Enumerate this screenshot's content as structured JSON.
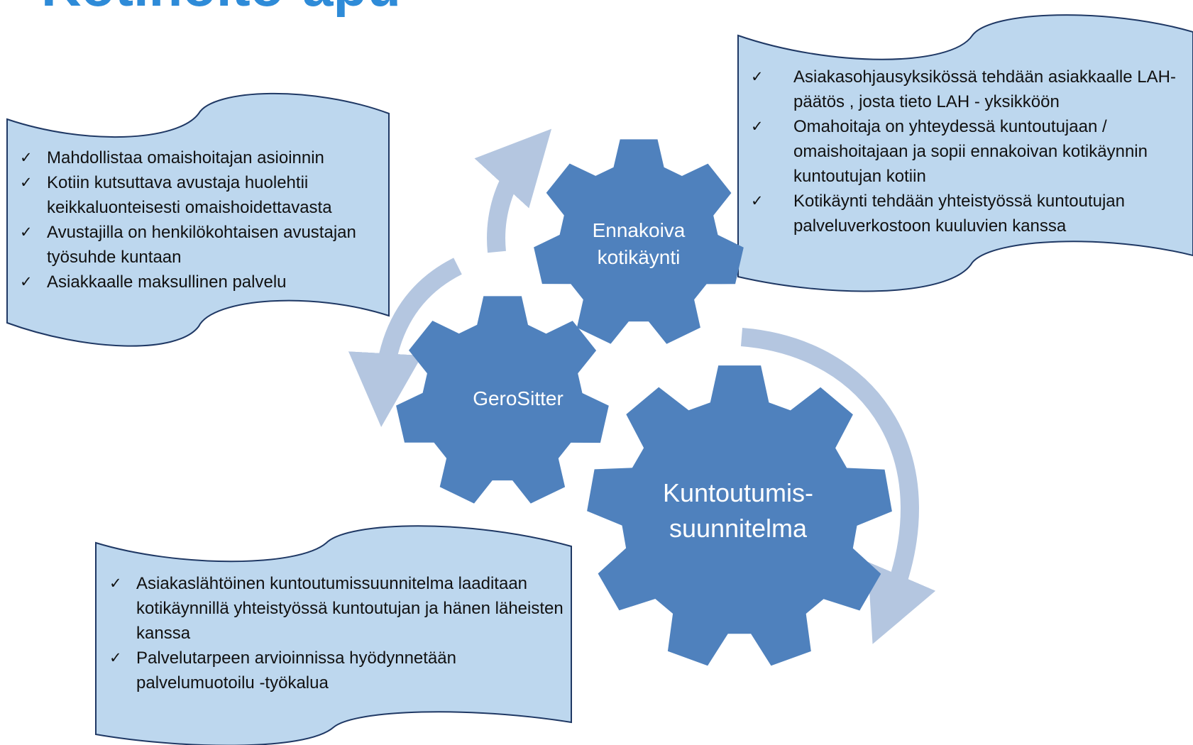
{
  "title": "Kotihoito-apu",
  "gears": {
    "ennakoiva": "Ennakoiva\nkotikäynti",
    "gerositter": "GeroSitter",
    "kuntoutumis": "Kuntoutumis-\nsuunnitelma"
  },
  "notes": {
    "left": [
      "Mahdollistaa omaishoitajan asioinnin",
      "Kotiin kutsuttava avustaja huolehtii keikkaluonteisesti omaishoidettavasta",
      "Avustajilla on henkilökohtaisen avustajan työsuhde kuntaan",
      "Asiakkaalle maksullinen palvelu"
    ],
    "right": [
      "Asiakasohjausyksikössä tehdään asiakkaalle LAH- päätös , josta tieto LAH - yksikköön",
      "Omahoitaja on yhteydessä kuntoutujaan / omaishoitajaan ja sopii ennakoivan kotikäynnin kuntoutujan kotiin",
      "Kotikäynti tehdään yhteistyössä kuntoutujan palveluverkostoon kuuluvien kanssa"
    ],
    "bottom": [
      "Asiakaslähtöinen kuntoutumissuunnitelma laaditaan kotikäynnillä yhteistyössä kuntoutujan ja hänen läheisten kanssa",
      "Palvelutarpeen arvioinnissa hyödynnetään palvelumuotoilu -työkalua"
    ]
  },
  "check_mark": "✓",
  "colors": {
    "gear": "#4f81bd",
    "arrow": "#b4c6e0",
    "scroll_fill": "#bdd7ee",
    "scroll_stroke": "#1f3864",
    "title": "#2e8bd8"
  }
}
